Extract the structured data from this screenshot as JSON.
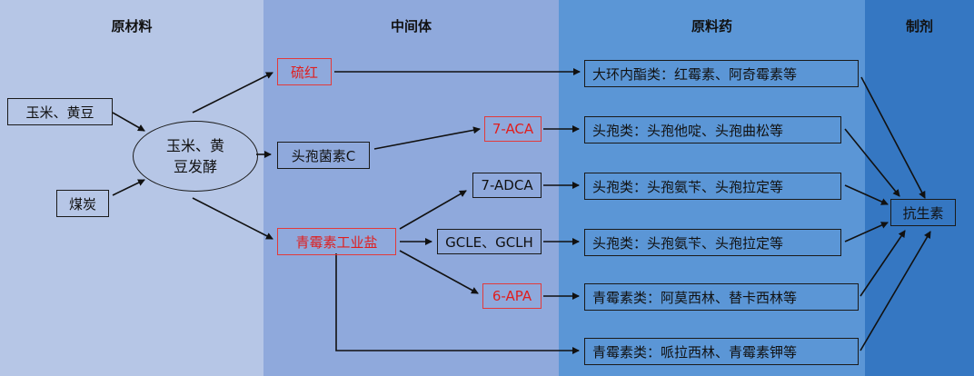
{
  "colors": {
    "band_raw": "#b6c6e6",
    "band_intermediate": "#8fa9dc",
    "band_api": "#5b96d6",
    "band_formulation": "#3577c2",
    "highlight": "#e01e1e"
  },
  "columns": {
    "raw_materials": "原材料",
    "intermediates": "中间体",
    "api": "原料药",
    "formulation": "制剂"
  },
  "raw": {
    "corn_soy": "玉米、黄豆",
    "coal": "煤炭",
    "fermentation": "玉米、黄豆发酵"
  },
  "intermediates": {
    "erythromycin_thiocyanate": "硫红",
    "cephalosporin_c": "头孢菌素C",
    "penicillin_industrial_salt": "青霉素工业盐",
    "aca": "7-ACA",
    "adca": "7-ADCA",
    "gcle_gclh": "GCLE、GCLH",
    "apa": "6-APA"
  },
  "api": {
    "macrolides": "大环内酯类：红霉素、阿奇霉素等",
    "ceph_1": "头孢类：头孢他啶、头孢曲松等",
    "ceph_2": "头孢类：头孢氨苄、头孢拉定等",
    "ceph_3": "头孢类：头孢氨苄、头孢拉定等",
    "penicillin_1": "青霉素类：阿莫西林、替卡西林等",
    "penicillin_2": "青霉素类：哌拉西林、青霉素钾等"
  },
  "formulation": {
    "antibiotics": "抗生素"
  }
}
